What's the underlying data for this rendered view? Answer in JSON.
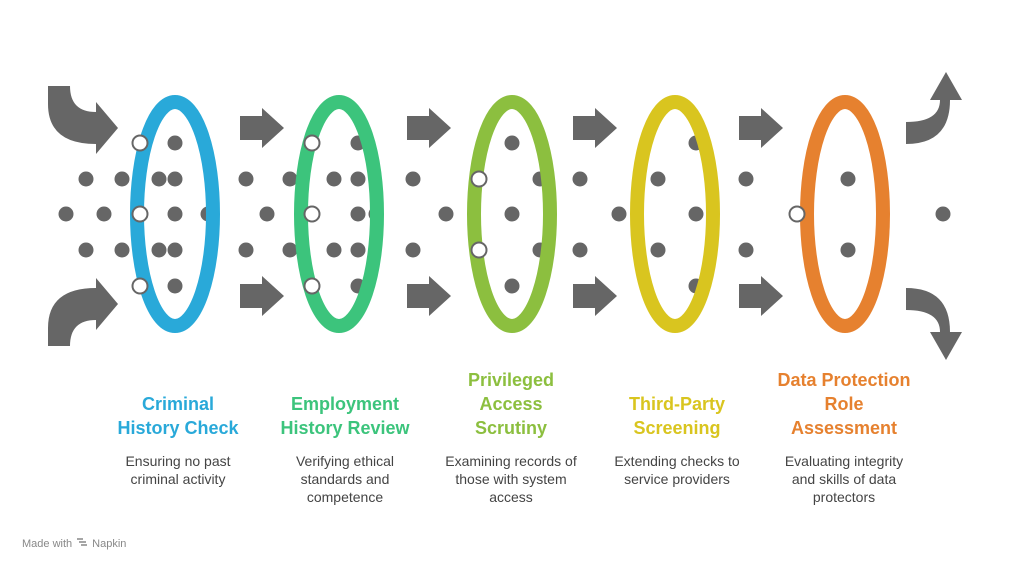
{
  "stages": [
    {
      "title_lines": [
        "Criminal",
        "History Check"
      ],
      "desc_lines": [
        "Ensuring no past",
        "criminal activity"
      ],
      "color": "#29A9D9"
    },
    {
      "title_lines": [
        "Employment",
        "History Review"
      ],
      "desc_lines": [
        "Verifying ethical",
        "standards and",
        "competence"
      ],
      "color": "#3CC47C"
    },
    {
      "title_lines": [
        "Privileged",
        "Access",
        "Scrutiny"
      ],
      "desc_lines": [
        "Examining records of",
        "those with system",
        "access"
      ],
      "color": "#8CBF3F"
    },
    {
      "title_lines": [
        "Third-Party",
        "Screening"
      ],
      "desc_lines": [
        "Extending checks to",
        "service providers"
      ],
      "color": "#D9C51F"
    },
    {
      "title_lines": [
        "Data Protection",
        "Role",
        "Assessment"
      ],
      "desc_lines": [
        "Evaluating integrity",
        "and skills of data",
        "protectors"
      ],
      "color": "#E6812F"
    }
  ],
  "footer": {
    "made_with": "Made with",
    "brand": "Napkin"
  },
  "colors": {
    "arrow": "#666666",
    "dot": "#666666"
  },
  "icons": {
    "brand_logo": "napkin-logo-icon"
  }
}
